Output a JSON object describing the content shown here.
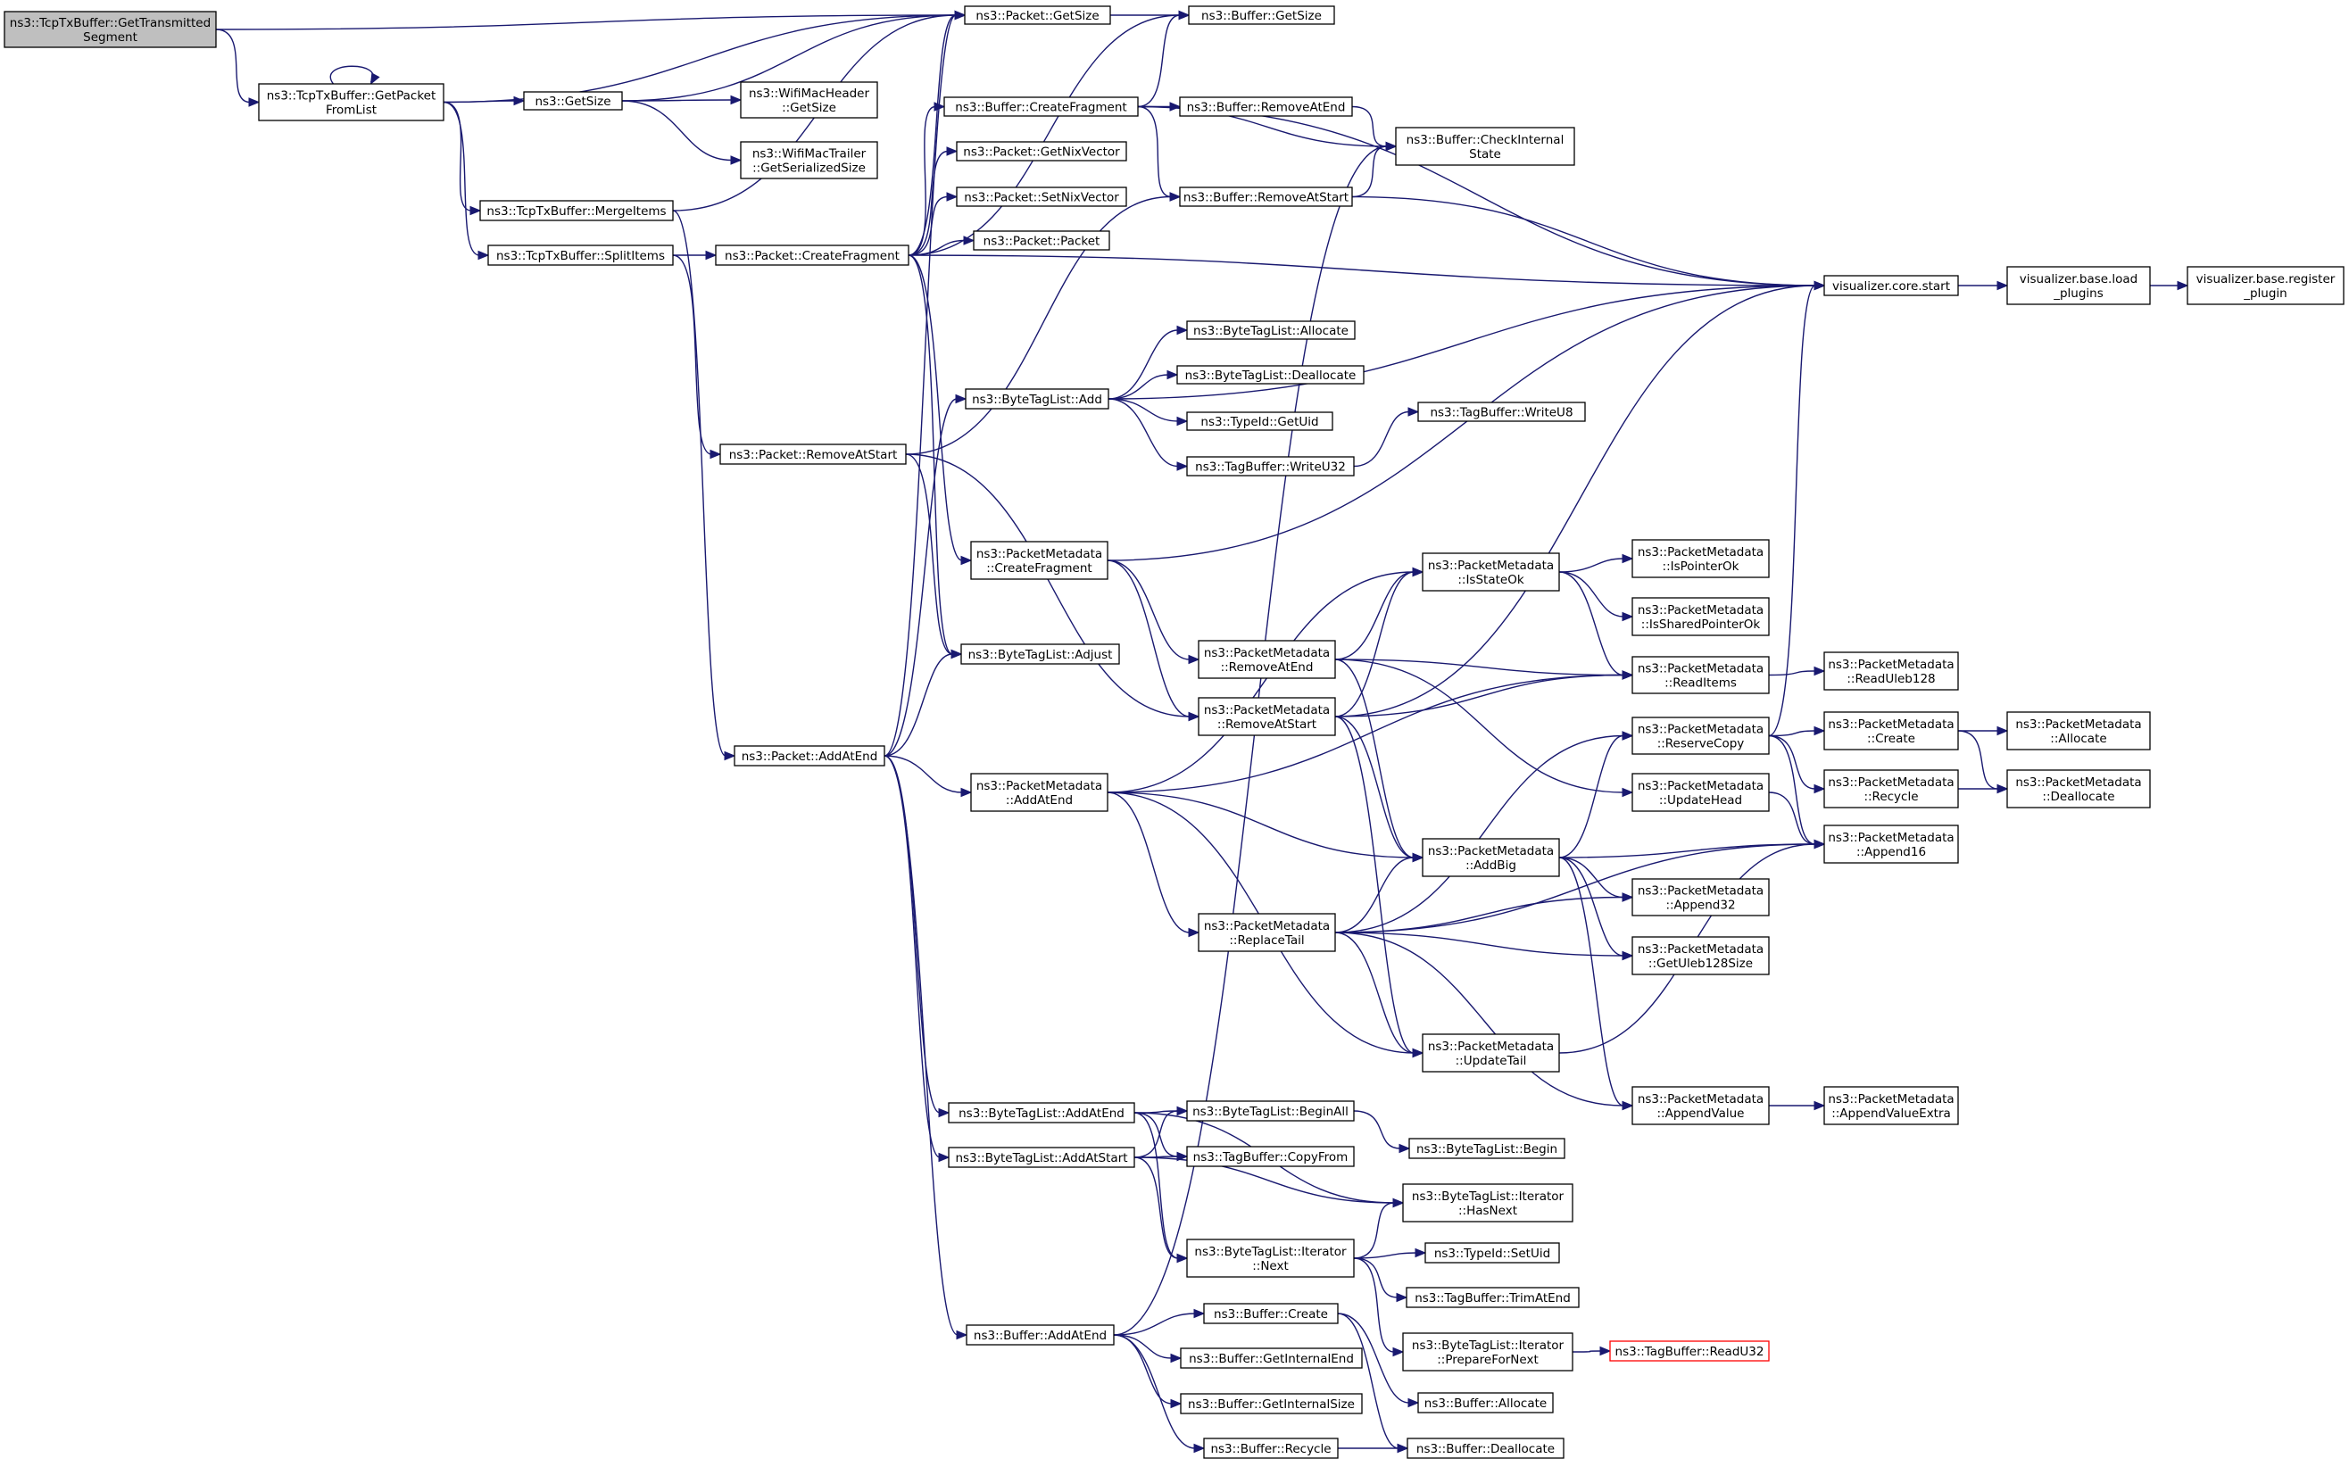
{
  "colors": {
    "edge": "#191970",
    "root_fill": "#bfbfbf",
    "node_border": "#000000",
    "truncated_border": "#ff0000"
  },
  "nodes": [
    {
      "id": "n0",
      "lines": [
        "ns3::TcpTxBuffer::GetTransmitted",
        "Segment"
      ],
      "root": true
    },
    {
      "id": "n1",
      "lines": [
        "ns3::TcpTxBuffer::GetPacket",
        "FromList"
      ]
    },
    {
      "id": "n2",
      "lines": [
        "ns3::Packet::GetSize"
      ]
    },
    {
      "id": "n3",
      "lines": [
        "ns3::Buffer::GetSize"
      ]
    },
    {
      "id": "n4",
      "lines": [
        "ns3::GetSize"
      ]
    },
    {
      "id": "n5",
      "lines": [
        "ns3::WifiMacHeader",
        "::GetSize"
      ]
    },
    {
      "id": "n6",
      "lines": [
        "ns3::WifiMacTrailer",
        "::GetSerializedSize"
      ]
    },
    {
      "id": "n7",
      "lines": [
        "ns3::TcpTxBuffer::MergeItems"
      ]
    },
    {
      "id": "n8",
      "lines": [
        "ns3::TcpTxBuffer::SplitItems"
      ]
    },
    {
      "id": "n9",
      "lines": [
        "ns3::Packet::CreateFragment"
      ]
    },
    {
      "id": "n10",
      "lines": [
        "ns3::Buffer::CreateFragment"
      ]
    },
    {
      "id": "n11",
      "lines": [
        "ns3::Buffer::RemoveAtEnd"
      ]
    },
    {
      "id": "n12",
      "lines": [
        "ns3::Buffer::CheckInternal",
        "State"
      ]
    },
    {
      "id": "n13",
      "lines": [
        "ns3::Packet::GetNixVector"
      ]
    },
    {
      "id": "n14",
      "lines": [
        "ns3::Packet::SetNixVector"
      ]
    },
    {
      "id": "n15",
      "lines": [
        "ns3::Buffer::RemoveAtStart"
      ]
    },
    {
      "id": "n16",
      "lines": [
        "ns3::Packet::Packet"
      ]
    },
    {
      "id": "n17",
      "lines": [
        "visualizer.core.start"
      ]
    },
    {
      "id": "n18",
      "lines": [
        "visualizer.base.load",
        "_plugins"
      ]
    },
    {
      "id": "n19",
      "lines": [
        "visualizer.base.register",
        "_plugin"
      ]
    },
    {
      "id": "n20",
      "lines": [
        "ns3::ByteTagList::Allocate"
      ]
    },
    {
      "id": "n21",
      "lines": [
        "ns3::ByteTagList::Deallocate"
      ]
    },
    {
      "id": "n22",
      "lines": [
        "ns3::ByteTagList::Add"
      ]
    },
    {
      "id": "n23",
      "lines": [
        "ns3::TypeId::GetUid"
      ]
    },
    {
      "id": "n24",
      "lines": [
        "ns3::TagBuffer::WriteU8"
      ]
    },
    {
      "id": "n25",
      "lines": [
        "ns3::TagBuffer::WriteU32"
      ]
    },
    {
      "id": "n26",
      "lines": [
        "ns3::Packet::RemoveAtStart"
      ]
    },
    {
      "id": "n27",
      "lines": [
        "ns3::PacketMetadata",
        "::CreateFragment"
      ]
    },
    {
      "id": "n28",
      "lines": [
        "ns3::PacketMetadata",
        "::IsStateOk"
      ]
    },
    {
      "id": "n29",
      "lines": [
        "ns3::PacketMetadata",
        "::IsPointerOk"
      ]
    },
    {
      "id": "n30",
      "lines": [
        "ns3::PacketMetadata",
        "::IsSharedPointerOk"
      ]
    },
    {
      "id": "n31",
      "lines": [
        "ns3::PacketMetadata",
        "::RemoveAtEnd"
      ]
    },
    {
      "id": "n32",
      "lines": [
        "ns3::ByteTagList::Adjust"
      ]
    },
    {
      "id": "n33",
      "lines": [
        "ns3::PacketMetadata",
        "::ReadItems"
      ]
    },
    {
      "id": "n34",
      "lines": [
        "ns3::PacketMetadata",
        "::ReadUleb128"
      ]
    },
    {
      "id": "n35",
      "lines": [
        "ns3::PacketMetadata",
        "::RemoveAtStart"
      ]
    },
    {
      "id": "n36",
      "lines": [
        "ns3::Packet::AddAtEnd"
      ]
    },
    {
      "id": "n37",
      "lines": [
        "ns3::PacketMetadata",
        "::ReserveCopy"
      ]
    },
    {
      "id": "n38",
      "lines": [
        "ns3::PacketMetadata",
        "::Create"
      ]
    },
    {
      "id": "n39",
      "lines": [
        "ns3::PacketMetadata",
        "::Allocate"
      ]
    },
    {
      "id": "n40",
      "lines": [
        "ns3::PacketMetadata",
        "::AddAtEnd"
      ]
    },
    {
      "id": "n41",
      "lines": [
        "ns3::PacketMetadata",
        "::UpdateHead"
      ]
    },
    {
      "id": "n42",
      "lines": [
        "ns3::PacketMetadata",
        "::Recycle"
      ]
    },
    {
      "id": "n43",
      "lines": [
        "ns3::PacketMetadata",
        "::Deallocate"
      ]
    },
    {
      "id": "n44",
      "lines": [
        "ns3::PacketMetadata",
        "::AddBig"
      ]
    },
    {
      "id": "n45",
      "lines": [
        "ns3::PacketMetadata",
        "::Append16"
      ]
    },
    {
      "id": "n46",
      "lines": [
        "ns3::PacketMetadata",
        "::Append32"
      ]
    },
    {
      "id": "n47",
      "lines": [
        "ns3::PacketMetadata",
        "::ReplaceTail"
      ]
    },
    {
      "id": "n48",
      "lines": [
        "ns3::PacketMetadata",
        "::GetUleb128Size"
      ]
    },
    {
      "id": "n49",
      "lines": [
        "ns3::PacketMetadata",
        "::UpdateTail"
      ]
    },
    {
      "id": "n50",
      "lines": [
        "ns3::PacketMetadata",
        "::AppendValue"
      ]
    },
    {
      "id": "n51",
      "lines": [
        "ns3::PacketMetadata",
        "::AppendValueExtra"
      ]
    },
    {
      "id": "n52",
      "lines": [
        "ns3::ByteTagList::AddAtEnd"
      ]
    },
    {
      "id": "n53",
      "lines": [
        "ns3::ByteTagList::BeginAll"
      ]
    },
    {
      "id": "n54",
      "lines": [
        "ns3::ByteTagList::Begin"
      ]
    },
    {
      "id": "n55",
      "lines": [
        "ns3::ByteTagList::AddAtStart"
      ]
    },
    {
      "id": "n56",
      "lines": [
        "ns3::TagBuffer::CopyFrom"
      ]
    },
    {
      "id": "n57",
      "lines": [
        "ns3::ByteTagList::Iterator",
        "::HasNext"
      ]
    },
    {
      "id": "n58",
      "lines": [
        "ns3::ByteTagList::Iterator",
        "::Next"
      ]
    },
    {
      "id": "n59",
      "lines": [
        "ns3::TypeId::SetUid"
      ]
    },
    {
      "id": "n60",
      "lines": [
        "ns3::TagBuffer::TrimAtEnd"
      ]
    },
    {
      "id": "n61",
      "lines": [
        "ns3::Buffer::Create"
      ]
    },
    {
      "id": "n62",
      "lines": [
        "ns3::ByteTagList::Iterator",
        "::PrepareForNext"
      ]
    },
    {
      "id": "n63",
      "lines": [
        "ns3::TagBuffer::ReadU32"
      ],
      "truncated": true
    },
    {
      "id": "n64",
      "lines": [
        "ns3::Buffer::AddAtEnd"
      ]
    },
    {
      "id": "n65",
      "lines": [
        "ns3::Buffer::GetInternalEnd"
      ]
    },
    {
      "id": "n66",
      "lines": [
        "ns3::Buffer::Allocate"
      ]
    },
    {
      "id": "n67",
      "lines": [
        "ns3::Buffer::GetInternalSize"
      ]
    },
    {
      "id": "n68",
      "lines": [
        "ns3::Buffer::Recycle"
      ]
    },
    {
      "id": "n69",
      "lines": [
        "ns3::Buffer::Deallocate"
      ]
    }
  ],
  "edges": [
    [
      "n0",
      "n2"
    ],
    [
      "n0",
      "n1"
    ],
    [
      "n1",
      "n1"
    ],
    [
      "n1",
      "n2"
    ],
    [
      "n1",
      "n4"
    ],
    [
      "n1",
      "n7"
    ],
    [
      "n1",
      "n8"
    ],
    [
      "n2",
      "n3"
    ],
    [
      "n4",
      "n2"
    ],
    [
      "n4",
      "n5"
    ],
    [
      "n4",
      "n6"
    ],
    [
      "n7",
      "n2"
    ],
    [
      "n7",
      "n36"
    ],
    [
      "n8",
      "n9"
    ],
    [
      "n8",
      "n26"
    ],
    [
      "n9",
      "n2"
    ],
    [
      "n9",
      "n3"
    ],
    [
      "n9",
      "n10"
    ],
    [
      "n9",
      "n13"
    ],
    [
      "n9",
      "n14"
    ],
    [
      "n9",
      "n16"
    ],
    [
      "n9",
      "n17"
    ],
    [
      "n9",
      "n27"
    ],
    [
      "n9",
      "n32"
    ],
    [
      "n10",
      "n3"
    ],
    [
      "n10",
      "n11"
    ],
    [
      "n10",
      "n12"
    ],
    [
      "n10",
      "n15"
    ],
    [
      "n10",
      "n17"
    ],
    [
      "n11",
      "n12"
    ],
    [
      "n15",
      "n12"
    ],
    [
      "n15",
      "n17"
    ],
    [
      "n17",
      "n18"
    ],
    [
      "n18",
      "n19"
    ],
    [
      "n22",
      "n17"
    ],
    [
      "n22",
      "n20"
    ],
    [
      "n22",
      "n21"
    ],
    [
      "n22",
      "n23"
    ],
    [
      "n22",
      "n25"
    ],
    [
      "n25",
      "n24"
    ],
    [
      "n26",
      "n15"
    ],
    [
      "n26",
      "n32"
    ],
    [
      "n26",
      "n35"
    ],
    [
      "n27",
      "n17"
    ],
    [
      "n27",
      "n31"
    ],
    [
      "n27",
      "n35"
    ],
    [
      "n28",
      "n29"
    ],
    [
      "n28",
      "n30"
    ],
    [
      "n28",
      "n33"
    ],
    [
      "n31",
      "n28"
    ],
    [
      "n31",
      "n33"
    ],
    [
      "n31",
      "n41"
    ],
    [
      "n31",
      "n44"
    ],
    [
      "n35",
      "n28"
    ],
    [
      "n35",
      "n33"
    ],
    [
      "n35",
      "n44"
    ],
    [
      "n35",
      "n49"
    ],
    [
      "n35",
      "n17"
    ],
    [
      "n33",
      "n34"
    ],
    [
      "n36",
      "n2"
    ],
    [
      "n36",
      "n22"
    ],
    [
      "n36",
      "n32"
    ],
    [
      "n36",
      "n40"
    ],
    [
      "n36",
      "n52"
    ],
    [
      "n36",
      "n55"
    ],
    [
      "n36",
      "n64"
    ],
    [
      "n37",
      "n17"
    ],
    [
      "n37",
      "n38"
    ],
    [
      "n37",
      "n42"
    ],
    [
      "n37",
      "n45"
    ],
    [
      "n38",
      "n39"
    ],
    [
      "n38",
      "n43"
    ],
    [
      "n42",
      "n43"
    ],
    [
      "n40",
      "n28"
    ],
    [
      "n40",
      "n33"
    ],
    [
      "n40",
      "n44"
    ],
    [
      "n40",
      "n47"
    ],
    [
      "n40",
      "n49"
    ],
    [
      "n41",
      "n45"
    ],
    [
      "n44",
      "n37"
    ],
    [
      "n44",
      "n45"
    ],
    [
      "n44",
      "n46"
    ],
    [
      "n44",
      "n48"
    ],
    [
      "n44",
      "n50"
    ],
    [
      "n47",
      "n37"
    ],
    [
      "n47",
      "n44"
    ],
    [
      "n47",
      "n45"
    ],
    [
      "n47",
      "n46"
    ],
    [
      "n47",
      "n48"
    ],
    [
      "n47",
      "n49"
    ],
    [
      "n47",
      "n50"
    ],
    [
      "n49",
      "n45"
    ],
    [
      "n50",
      "n51"
    ],
    [
      "n52",
      "n53"
    ],
    [
      "n52",
      "n56"
    ],
    [
      "n52",
      "n57"
    ],
    [
      "n52",
      "n58"
    ],
    [
      "n53",
      "n54"
    ],
    [
      "n55",
      "n53"
    ],
    [
      "n55",
      "n56"
    ],
    [
      "n55",
      "n57"
    ],
    [
      "n55",
      "n58"
    ],
    [
      "n58",
      "n57"
    ],
    [
      "n58",
      "n59"
    ],
    [
      "n58",
      "n60"
    ],
    [
      "n58",
      "n62"
    ],
    [
      "n62",
      "n63"
    ],
    [
      "n64",
      "n12"
    ],
    [
      "n64",
      "n61"
    ],
    [
      "n64",
      "n65"
    ],
    [
      "n64",
      "n67"
    ],
    [
      "n64",
      "n68"
    ],
    [
      "n61",
      "n66"
    ],
    [
      "n61",
      "n69"
    ],
    [
      "n68",
      "n69"
    ]
  ]
}
